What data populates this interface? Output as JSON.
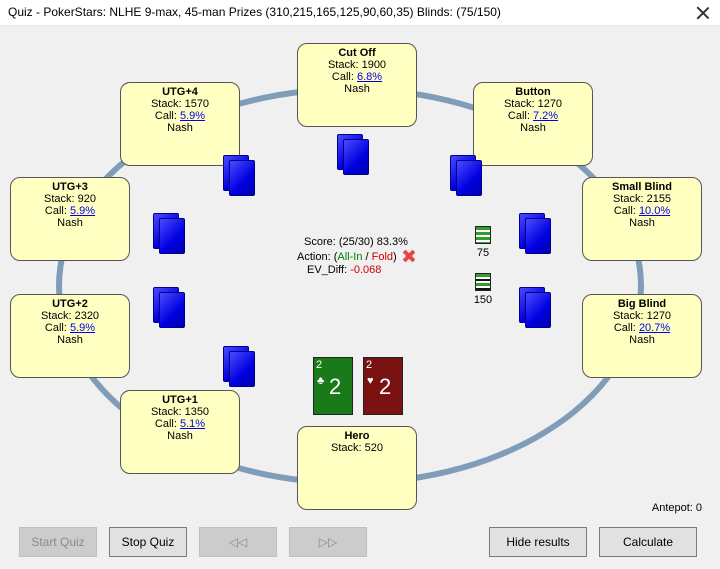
{
  "window": {
    "title": "Quiz - PokerStars: NLHE 9-max, 45-man Prizes (310,215,165,125,90,60,35) Blinds: (75/150)"
  },
  "labels": {
    "stack": "Stack:",
    "call": "Call:"
  },
  "seats": {
    "cutoff": {
      "name": "Cut Off",
      "stack": "1900",
      "call": "6.8%",
      "mode": "Nash"
    },
    "button": {
      "name": "Button",
      "stack": "1270",
      "call": "7.2%",
      "mode": "Nash"
    },
    "small_blind": {
      "name": "Small Blind",
      "stack": "2155",
      "call": "10.0%",
      "mode": "Nash"
    },
    "big_blind": {
      "name": "Big Blind",
      "stack": "1270",
      "call": "20.7%",
      "mode": "Nash"
    },
    "hero": {
      "name": "Hero",
      "stack": "520"
    },
    "utg1": {
      "name": "UTG+1",
      "stack": "1350",
      "call": "5.1%",
      "mode": "Nash"
    },
    "utg2": {
      "name": "UTG+2",
      "stack": "2320",
      "call": "5.9%",
      "mode": "Nash"
    },
    "utg3": {
      "name": "UTG+3",
      "stack": "920",
      "call": "5.9%",
      "mode": "Nash"
    },
    "utg4": {
      "name": "UTG+4",
      "stack": "1570",
      "call": "5.9%",
      "mode": "Nash"
    }
  },
  "bets": {
    "small_blind": "75",
    "big_blind": "150"
  },
  "quiz_info": {
    "score_label": "Score:",
    "score_value": "(25/30) 83.3%",
    "action_label": "Action:",
    "action_open": "(",
    "action_allin": "All-In",
    "action_sep": " / ",
    "action_fold": "Fold",
    "action_close": ")",
    "result_icon": "wrong-x-icon",
    "ev_label": "EV_Diff:",
    "ev_value": "-0.068"
  },
  "hero_hand": [
    {
      "rank": "2",
      "suit": "♣",
      "suit_name": "clubs",
      "color": "#1a7a1a"
    },
    {
      "rank": "2",
      "suit": "♥",
      "suit_name": "hearts",
      "color": "#7a1212"
    }
  ],
  "antepot": {
    "label": "Antepot:",
    "value": "0"
  },
  "buttons": {
    "start_quiz": "Start Quiz",
    "stop_quiz": "Stop Quiz",
    "prev": "◁◁",
    "next": "▷▷",
    "hide_results": "Hide results",
    "calculate": "Calculate"
  },
  "colors": {
    "seat_bg": "#ffffc2",
    "table_ring": "#7f9cb8",
    "card_back": "#0000e0",
    "allin": "#008000",
    "fold": "#d00000",
    "ev_diff": "#d00000"
  }
}
